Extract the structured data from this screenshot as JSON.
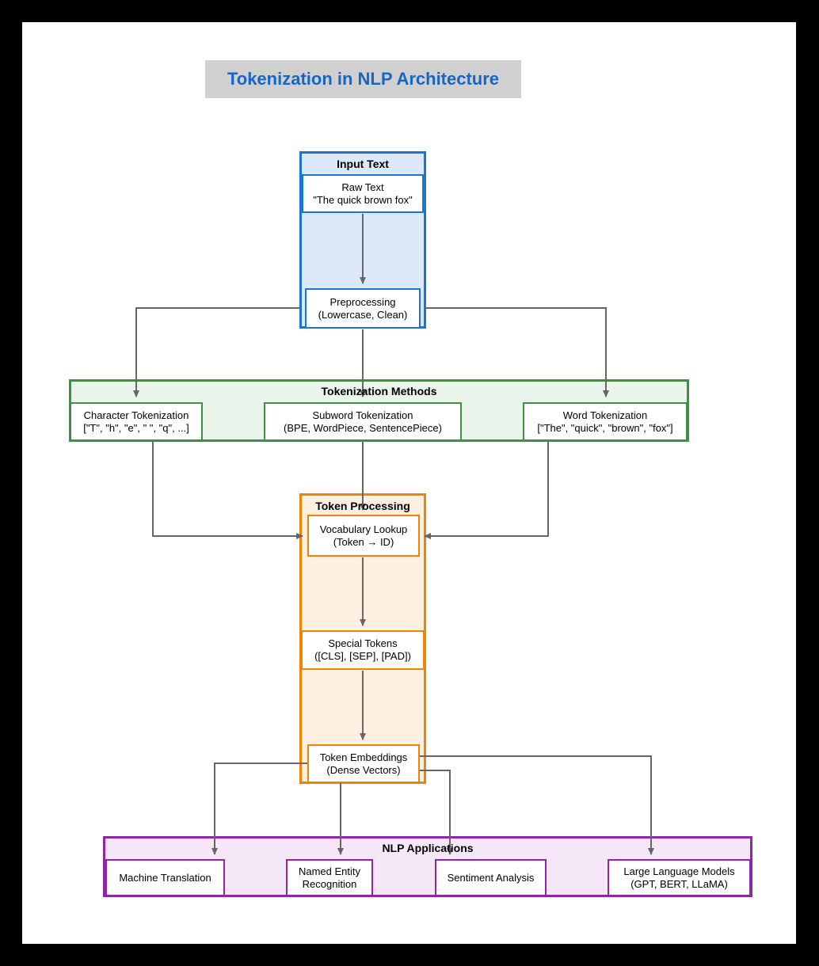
{
  "title": "Tokenization in NLP Architecture",
  "colors": {
    "title_text": "#1866c4",
    "title_bg": "#d0d0d0",
    "input_border": "#1a76d2",
    "input_fill": "#dbe9fb",
    "methods_border": "#3d9142",
    "methods_fill": "#eaf4ea",
    "processing_border": "#ef8305",
    "processing_fill": "#fdf0e0",
    "applications_border": "#8d27a8",
    "applications_fill": "#f5e6f8",
    "connector": "#666666",
    "page_bg": "#ffffff",
    "canvas_bg": "#000000"
  },
  "groups": {
    "input": {
      "label": "Input Text",
      "nodes": {
        "raw_text": {
          "line1": "Raw Text",
          "line2": "\"The quick brown fox\""
        },
        "preprocessing": {
          "line1": "Preprocessing",
          "line2": "(Lowercase, Clean)"
        }
      }
    },
    "methods": {
      "label": "Tokenization Methods",
      "nodes": {
        "character": {
          "line1": "Character Tokenization",
          "line2": "[\"T\", \"h\", \"e\", \" \", \"q\", ...]"
        },
        "subword": {
          "line1": "Subword Tokenization",
          "line2": "(BPE, WordPiece, SentencePiece)"
        },
        "word": {
          "line1": "Word Tokenization",
          "line2": "[\"The\", \"quick\", \"brown\", \"fox\"]"
        }
      }
    },
    "processing": {
      "label": "Token Processing",
      "nodes": {
        "vocab": {
          "line1": "Vocabulary Lookup",
          "line2": "(Token → ID)"
        },
        "special": {
          "line1": "Special Tokens",
          "line2": "([CLS], [SEP], [PAD])"
        },
        "embeddings": {
          "line1": "Token Embeddings",
          "line2": "(Dense Vectors)"
        }
      }
    },
    "applications": {
      "label": "NLP Applications",
      "nodes": {
        "machine_translation": {
          "line1": "Machine Translation"
        },
        "named_entity": {
          "line1": "Named Entity",
          "line2": "Recognition"
        },
        "sentiment": {
          "line1": "Sentiment Analysis"
        },
        "llm": {
          "line1": "Large Language Models",
          "line2": "(GPT, BERT, LLaMA)"
        }
      }
    }
  }
}
